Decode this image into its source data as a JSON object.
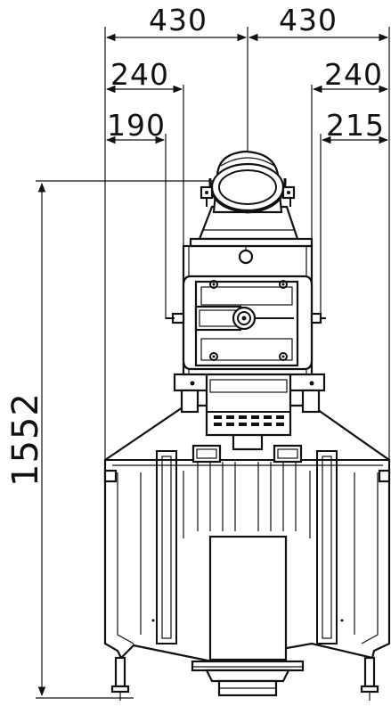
{
  "dimensions": {
    "top_left_width": "430",
    "top_right_width": "430",
    "mid_left_width": "240",
    "mid_right_width": "240",
    "low_left_width": "190",
    "low_right_width": "215",
    "overall_height": "1552"
  },
  "colors": {
    "ink": "#111111",
    "paper": "#ffffff"
  }
}
